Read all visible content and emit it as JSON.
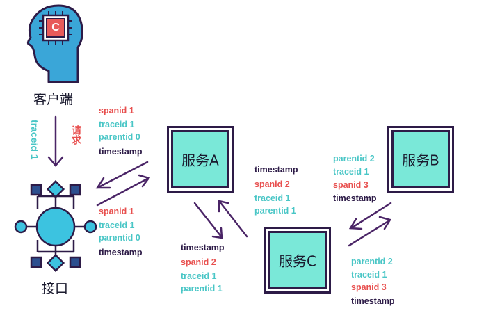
{
  "client": {
    "label": "客户端",
    "chip_letter": "C"
  },
  "gateway": {
    "label": "接口"
  },
  "request": {
    "traceid": "traceid 1",
    "label": "请求"
  },
  "services": {
    "a": {
      "label": "服务A"
    },
    "b": {
      "label": "服务B"
    },
    "c": {
      "label": "服务C"
    }
  },
  "label_groups": {
    "g1": [
      "spanid 1",
      "traceid 1",
      "parentid 0",
      "timestamp"
    ],
    "g2": [
      "spanid 1",
      "traceid 1",
      "parentid 0",
      "timestamp"
    ],
    "g3": [
      "timestamp",
      "spanid 2",
      "traceid 1",
      "parentid 1"
    ],
    "g4": [
      "timestamp",
      "spanid 2",
      "traceid 1",
      "parentid 1"
    ],
    "g5": [
      "parentid 2",
      "traceid 1",
      "spanid 3",
      "timestamp"
    ],
    "g6": [
      "parentid 2",
      "traceid 1",
      "spanid 3",
      "timestamp"
    ]
  },
  "colors": {
    "spanid": "#e8504f",
    "traceid": "#49c6c6",
    "parentid": "#49c6c6",
    "timestamp": "#2d1b47",
    "service_fill": "#7ae8d8",
    "outline": "#2d1b47",
    "hub": "#3cc3e0",
    "chip": "#e85a5a",
    "head": "#3aa6d8"
  }
}
